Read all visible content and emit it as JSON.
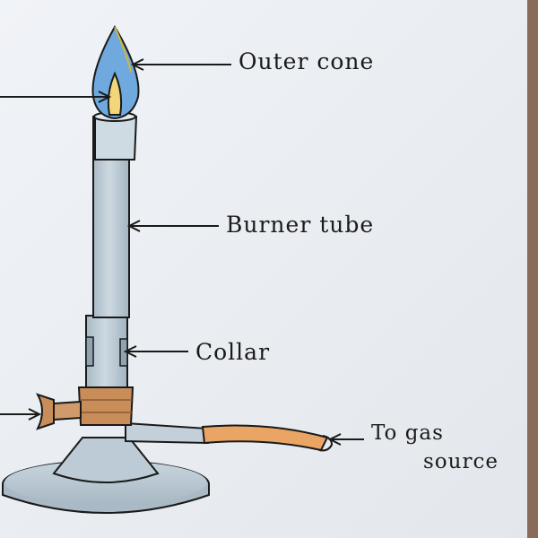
{
  "labels": {
    "outer_cone": "Outer cone",
    "burner_tube": "Burner tube",
    "collar": "Collar",
    "to_gas": "To gas",
    "source": "source"
  },
  "colors": {
    "paper": "#eef1f5",
    "tube": "#bccbd5",
    "flame_outer": "#6fa9de",
    "flame_inner": "#f2d77a",
    "brass": "#c98d5a",
    "hose": "#eaa565",
    "ink": "#1a1a1a"
  }
}
